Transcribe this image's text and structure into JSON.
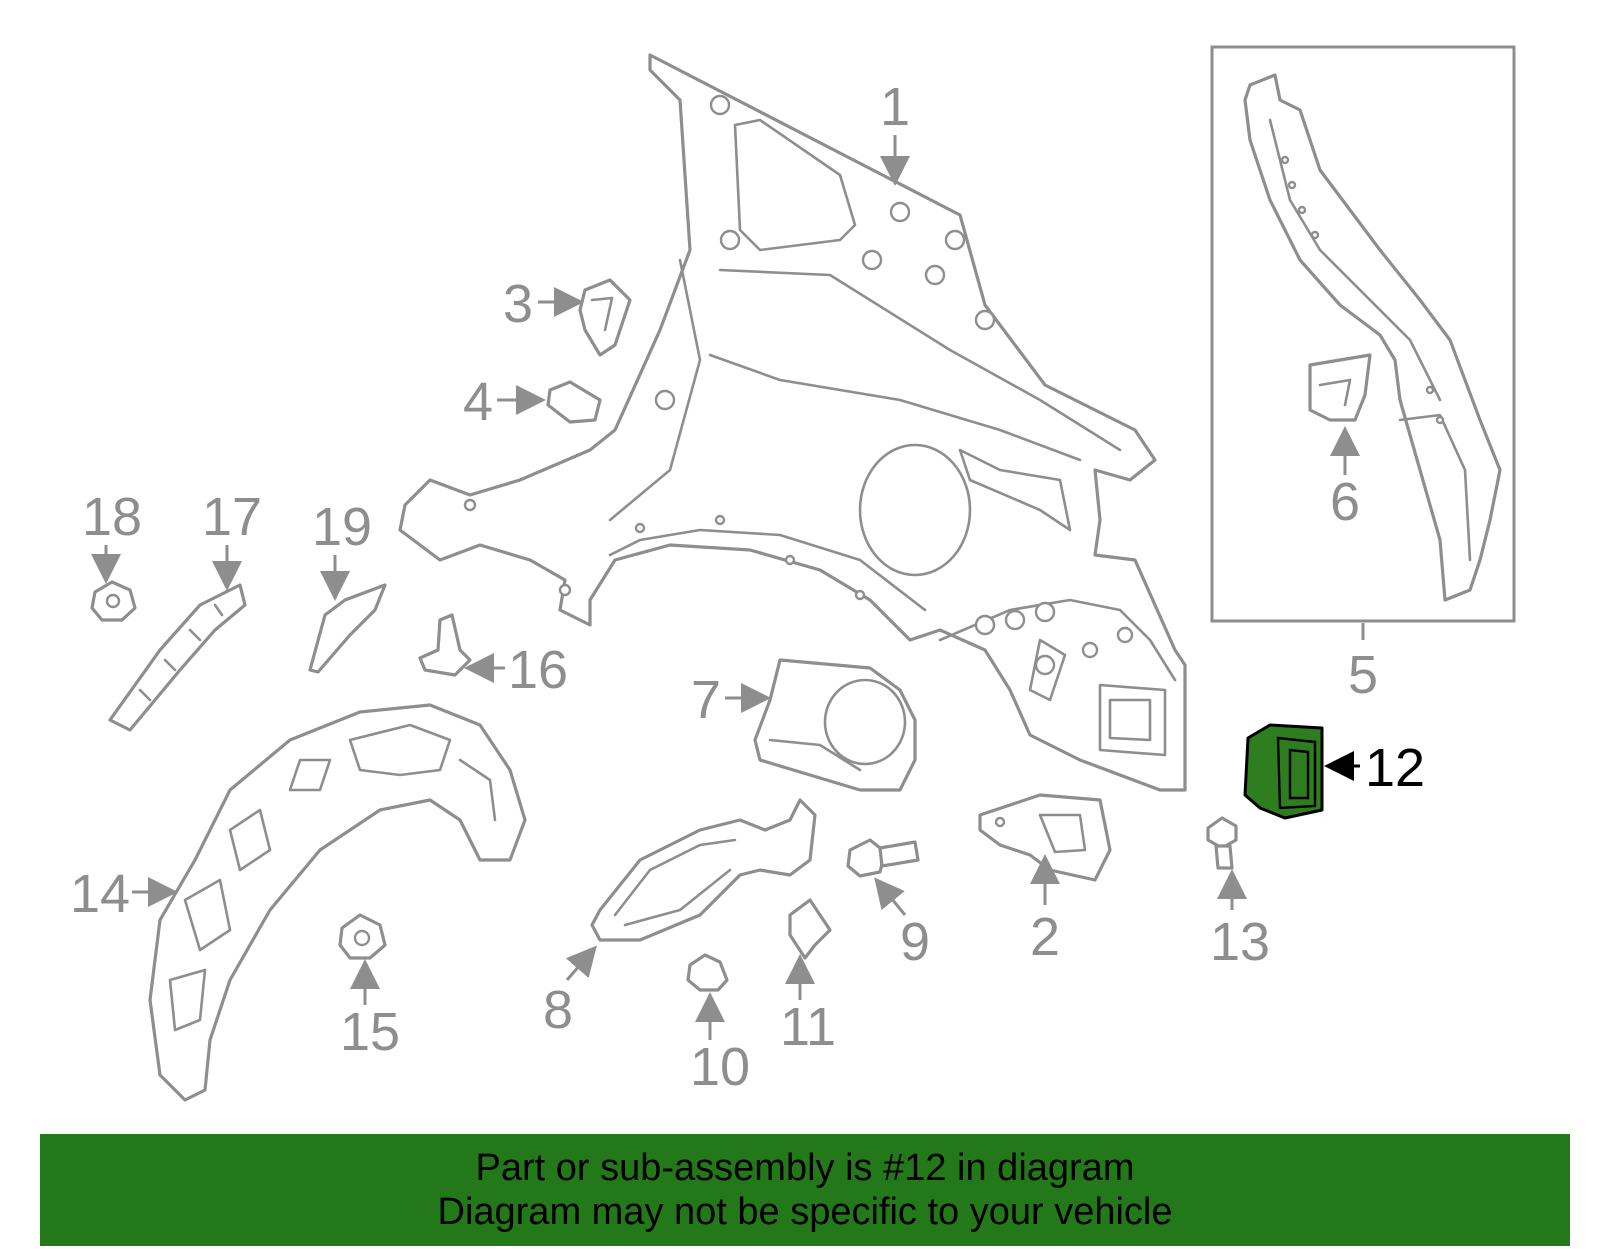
{
  "diagram": {
    "highlight_color": "#2e7d1e",
    "line_color": "#8e8e8e",
    "callouts": {
      "c1": "1",
      "c2": "2",
      "c3": "3",
      "c4": "4",
      "c5": "5",
      "c6": "6",
      "c7": "7",
      "c8": "8",
      "c9": "9",
      "c10": "10",
      "c11": "11",
      "c12": "12",
      "c13": "13",
      "c14": "14",
      "c15": "15",
      "c16": "16",
      "c17": "17",
      "c18": "18",
      "c19": "19"
    },
    "highlighted_callout": "12"
  },
  "banner": {
    "background": "#237819",
    "line1": "Part or sub-assembly is #12 in diagram",
    "line2": "Diagram may not be specific to your vehicle"
  }
}
